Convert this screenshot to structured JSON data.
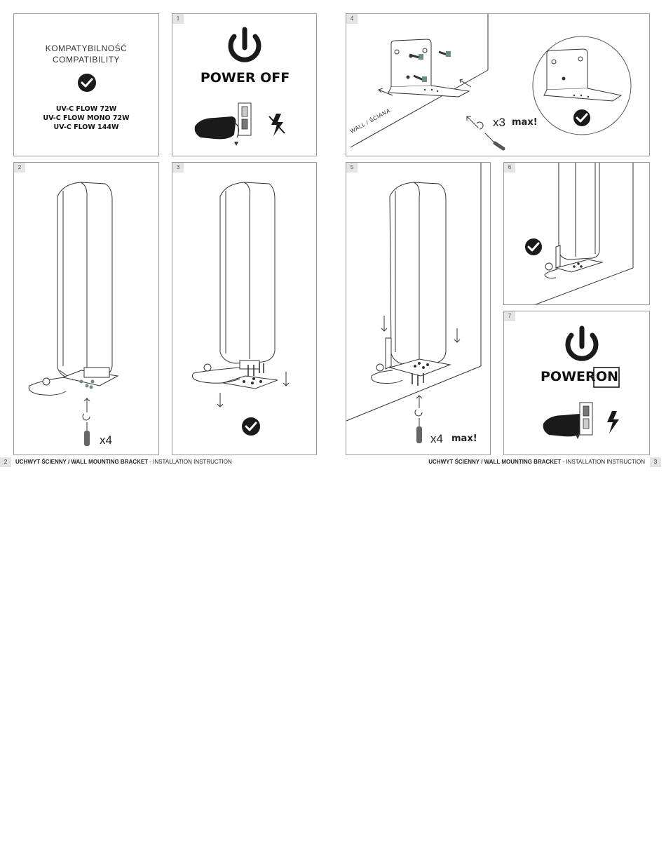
{
  "compatibility": {
    "title_pl": "KOMPATYBILNOŚĆ",
    "title_en": "COMPATIBILITY",
    "models": [
      "UV-C FLOW 72W",
      "UV-C FLOW MONO 72W",
      "UV-C FLOW 144W"
    ]
  },
  "steps": {
    "s1": {
      "number": "1",
      "label": "POWER OFF"
    },
    "s2": {
      "number": "2",
      "count": "x4"
    },
    "s3": {
      "number": "3"
    },
    "s4": {
      "number": "4",
      "wall_label": "WALL / ŚCIANA",
      "count": "x3",
      "max": "max!"
    },
    "s5": {
      "number": "5",
      "count": "x4",
      "max": "max!"
    },
    "s6": {
      "number": "6"
    },
    "s7": {
      "number": "7",
      "label_a": "POWER",
      "label_b": "ON"
    }
  },
  "footer": {
    "left_page": "2",
    "right_page": "3",
    "title": "UCHWYT ŚCIENNY / WALL MOUNTING BRACKET",
    "subtitle": " - INSTALLATION INSTRUCTION"
  }
}
